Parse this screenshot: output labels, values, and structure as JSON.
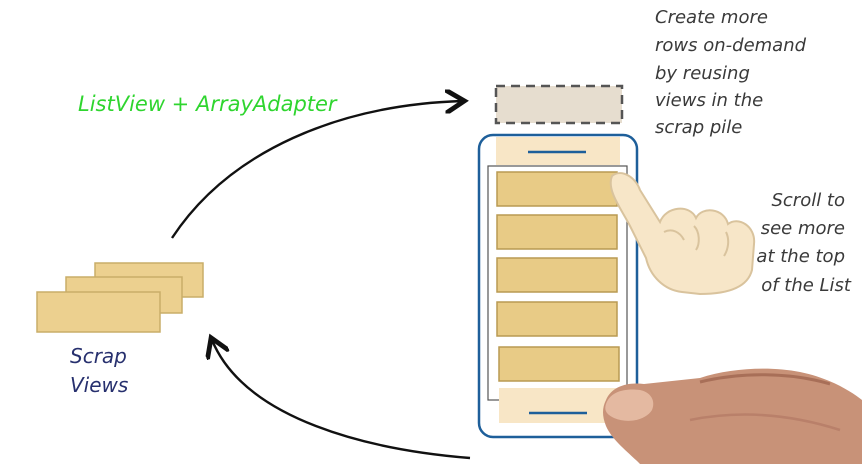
{
  "labels": {
    "adapter": "ListView + ArrayAdapter",
    "scrap_line1": "Scrap",
    "scrap_line2": "Views",
    "create_lines": [
      "Create more",
      "rows on-demand",
      "by reusing",
      "views in the",
      "scrap pile"
    ],
    "scroll_lines": [
      "Scroll to",
      "see more",
      "at the top",
      "of the List"
    ]
  },
  "colors": {
    "adapter_text": "#2fd52f",
    "scrap_text": "#27306e",
    "note_text": "#3a3a3a",
    "row_fill": "#e8cb86",
    "row_border": "#b99a52",
    "peach": "#f8e6c6",
    "phone_border": "#1e5f9a",
    "dashed_fill": "#e6ddcf",
    "dashed_border": "#555555",
    "arrow": "#111111"
  },
  "icons": {
    "pointing_hand": "pointing-hand-icon",
    "real_hand": "hand-photo"
  }
}
